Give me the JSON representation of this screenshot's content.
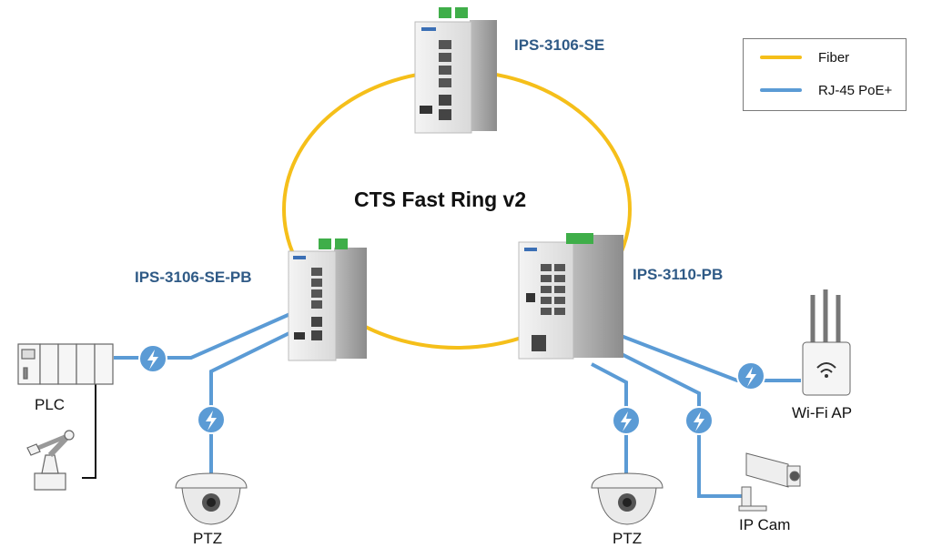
{
  "title": "CTS Fast Ring v2",
  "devices": {
    "top_switch": "IPS-3106-SE",
    "left_switch": "IPS-3106-SE-PB",
    "right_switch": "IPS-3110-PB"
  },
  "endpoints": {
    "plc": "PLC",
    "ptz_left": "PTZ",
    "ptz_right": "PTZ",
    "wifi_ap": "Wi-Fi AP",
    "ip_cam": "IP Cam"
  },
  "legend": {
    "fiber": {
      "label": "Fiber",
      "color": "#f5bf1a"
    },
    "poe": {
      "label": "RJ-45 PoE+",
      "color": "#5b9bd5"
    }
  },
  "icons": [
    "poe-lightning-icon",
    "plc-icon",
    "robot-arm-icon",
    "ptz-dome-camera-icon",
    "wifi-router-icon",
    "bullet-camera-icon"
  ]
}
